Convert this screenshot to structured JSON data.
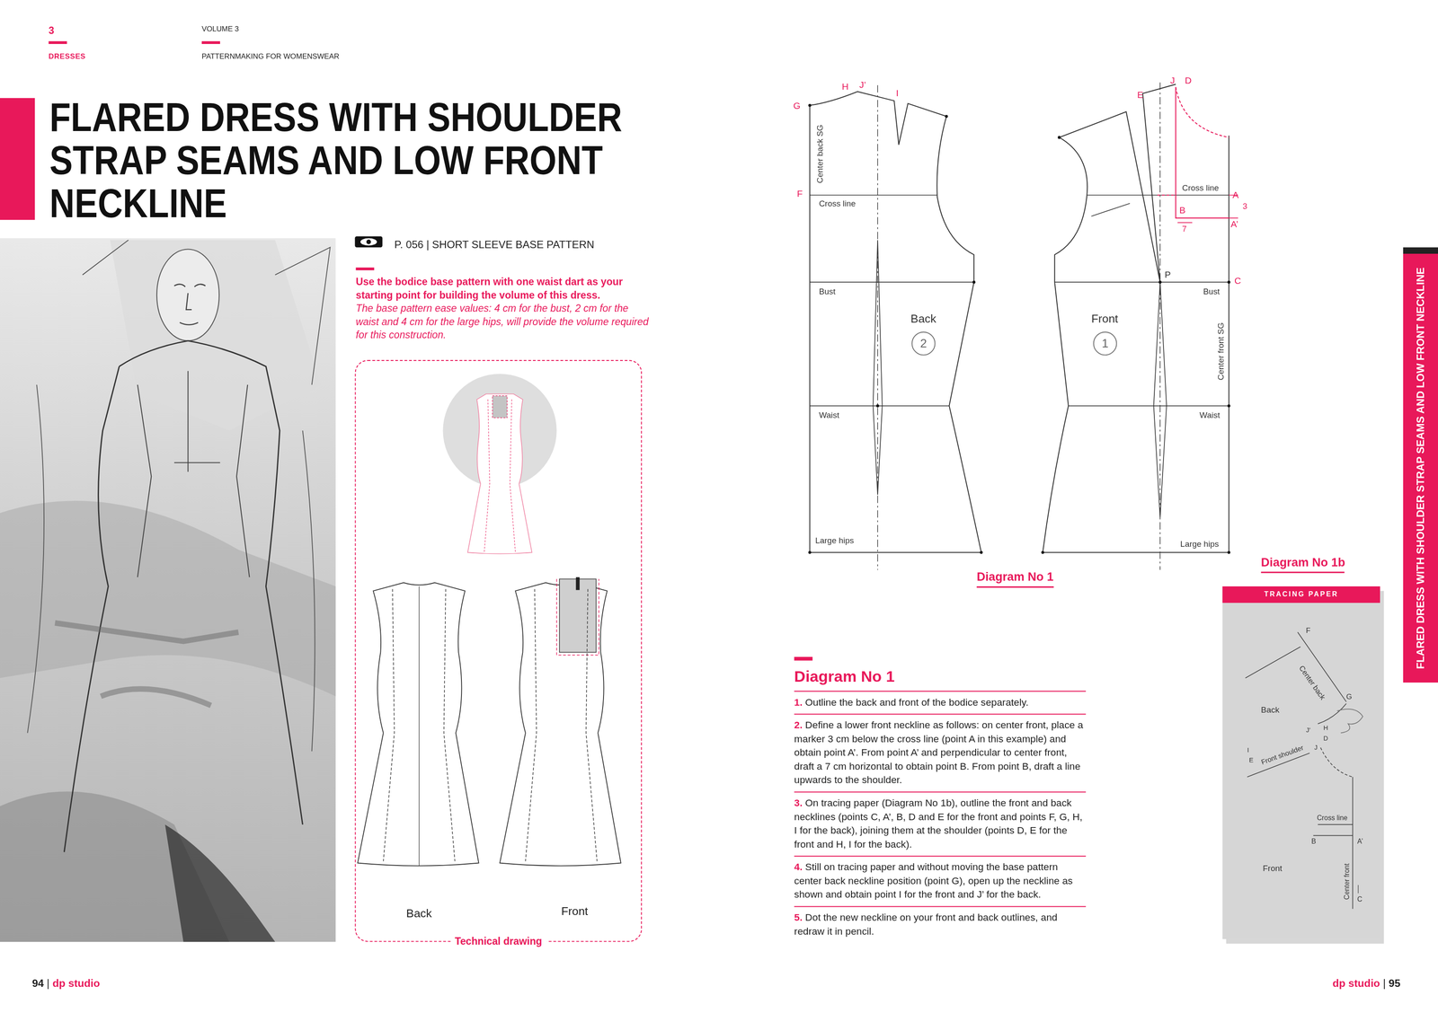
{
  "diagram": {
    "title": "FLARED DRESS WITH SHOULDER STRAP SEAMS AND LOW FRONT NECKLINE",
    "nodes": [
      {
        "text": [
          "Technical drawing"
        ]
      },
      {
        "text": [
          "TRACING PAPER"
        ]
      },
      {
        "text": [
          "FLARED DRESS WITH SHOULDER STRAP SEAMS AND LOW FRONT NECKLINE"
        ]
      },
      {
        "text": [
          "2"
        ]
      },
      {
        "text": [
          "1"
        ]
      }
    ],
    "labels": [
      "3",
      "DRESSES",
      "VOLUME 3",
      "PATTERNMAKING FOR WOMENSWEAR",
      "P. 056 | SHORT SLEEVE BASE PATTERN",
      "Use the bodice base pattern with one waist dart as your starting point for building the volume of this dress.",
      "The base pattern ease values: 4 cm for the bust, 2 cm for the waist and 4 cm for the large hips, will provide the volume required for this construction.",
      "Back",
      "Front",
      "H",
      "J’",
      "I",
      "G",
      "F",
      "Center back SG",
      "Cross line",
      "Bust",
      "Back",
      "Waist",
      "Large hips",
      "E",
      "J",
      "D",
      "Cross line",
      "A",
      "3",
      "B",
      "7",
      "A’",
      "P",
      "C",
      "Bust",
      "Front",
      "Center front SG",
      "Waist",
      "Large hips",
      "Diagram No 1",
      "Diagram No 1b",
      "Diagram No 1",
      "1. Outline the back and front of the bodice separately.",
      "2. Define a lower front neckline as follows: on center front, place a marker 3 cm below the cross line (point A in this example) and obtain point A’. From point A’ and perpendicular to center front, draft a 7 cm horizontal to obtain point B. From point B, draft a line upwards to the shoulder.",
      "3. On tracing paper (Diagram No 1b), outline the front and back necklines (points C, A’, B, D and E for the front and points F, G, H, I for the back), joining them at the shoulder (points D, E for the front and H, I for the back).",
      "4. Still on tracing paper and without moving the base pattern center back neckline position (point G), open up the neckline as shown and obtain point I for the front and J’ for the back.",
      "5. Dot the new neckline on your front and back outlines, and redraw it in pencil.",
      "F",
      "Center back",
      "Back",
      "G",
      "J’",
      "H",
      "D",
      "I",
      "E",
      "Front shoulder",
      "J",
      "Cross line",
      "B",
      "A’",
      "Front",
      "Center front",
      "C",
      "94 | dp studio",
      "dp studio | 95"
    ]
  }
}
